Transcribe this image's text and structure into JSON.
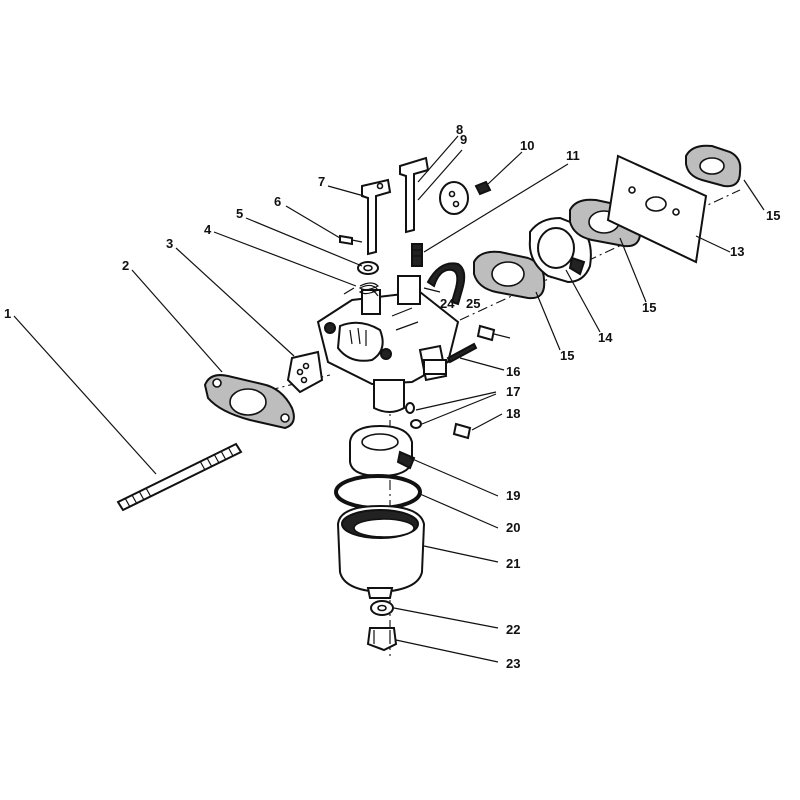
{
  "callouts": [
    {
      "id": "1",
      "label": "1"
    },
    {
      "id": "2",
      "label": "2"
    },
    {
      "id": "3",
      "label": "3"
    },
    {
      "id": "4",
      "label": "4"
    },
    {
      "id": "5",
      "label": "5"
    },
    {
      "id": "6",
      "label": "6"
    },
    {
      "id": "7",
      "label": "7"
    },
    {
      "id": "8",
      "label": "8"
    },
    {
      "id": "9",
      "label": "9"
    },
    {
      "id": "10",
      "label": "10"
    },
    {
      "id": "11",
      "label": "11"
    },
    {
      "id": "13",
      "label": "13"
    },
    {
      "id": "14",
      "label": "14"
    },
    {
      "id": "15a",
      "label": "15"
    },
    {
      "id": "15b",
      "label": "15"
    },
    {
      "id": "15c",
      "label": "15"
    },
    {
      "id": "16",
      "label": "16"
    },
    {
      "id": "17",
      "label": "17"
    },
    {
      "id": "18",
      "label": "18"
    },
    {
      "id": "19",
      "label": "19"
    },
    {
      "id": "20",
      "label": "20"
    },
    {
      "id": "21",
      "label": "21"
    },
    {
      "id": "22",
      "label": "22"
    },
    {
      "id": "23",
      "label": "23"
    },
    {
      "id": "24",
      "label": "24"
    },
    {
      "id": "25",
      "label": "25"
    }
  ]
}
